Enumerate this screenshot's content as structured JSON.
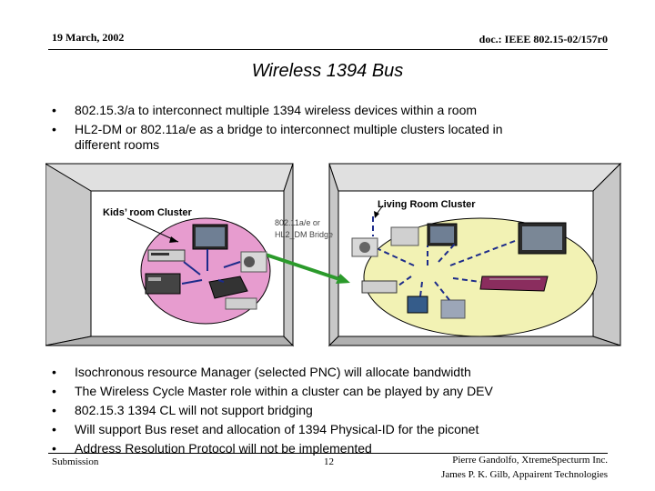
{
  "header": {
    "date": "19 March, 2002",
    "doc": "doc.: IEEE 802.15-02/157r0"
  },
  "title": "Wireless 1394 Bus",
  "top_bullets": [
    {
      "lines": [
        "802.15.3/a to interconnect multiple 1394 wireless devices within a room"
      ]
    },
    {
      "lines": [
        "HL2-DM or 802.11a/e as a bridge to interconnect multiple clusters located in",
        "different rooms"
      ]
    }
  ],
  "diagram": {
    "kids_label": "Kids’ room Cluster",
    "living_label": "Living Room Cluster",
    "bridge_label_line1": "802.11a/e or",
    "bridge_label_line2": "HL2_DM Bridge"
  },
  "bottom_bullets": [
    "Isochronous resource Manager (selected PNC) will allocate bandwidth",
    "The Wireless Cycle Master role within a cluster can be played by any DEV",
    "802.15.3 1394 CL will not support bridging",
    "Will support Bus reset and allocation of 1394 Physical-ID for the piconet",
    "Address Resolution Protocol will not be implemented"
  ],
  "footer": {
    "submission": "Submission",
    "page": "12",
    "author1": "Pierre Gandolfo, XtremeSpecturm Inc.",
    "author2": "James P. K. Gilb, Appairent Technologies"
  },
  "colors": {
    "room_wall": "#c8c8c8",
    "kids_cluster": "#e79ccf",
    "living_cluster": "#f2f2b4",
    "bridge_arrow": "#2b9a2b",
    "device_arrow": "#1c2b8a"
  }
}
